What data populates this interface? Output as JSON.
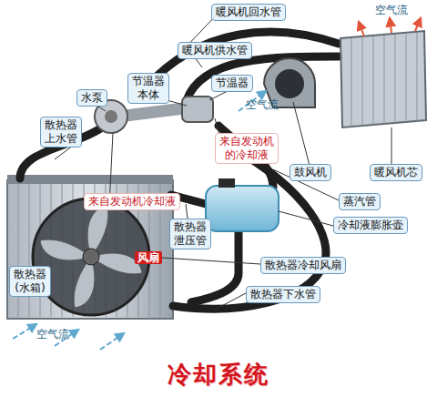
{
  "diagram": {
    "title": "冷却系统",
    "nodes": [
      {
        "text": [
          "暖风机供水管"
        ]
      },
      {
        "text": [
          "暖风机回水管"
        ]
      },
      {
        "text": [
          "水泵"
        ]
      },
      {
        "text": [
          "节温器 本体"
        ]
      },
      {
        "text": [
          "节温器"
        ]
      },
      {
        "text": [
          "鼓风机"
        ]
      },
      {
        "text": [
          "暖风机芯"
        ]
      },
      {
        "text": [
          "散热器 上水管"
        ]
      },
      {
        "text": [
          "来自发动机 的冷却液"
        ]
      },
      {
        "text": [
          "蒸汽管"
        ]
      },
      {
        "text": [
          "来自发动机冷却液"
        ]
      },
      {
        "text": [
          "散热器 泄压管"
        ]
      },
      {
        "text": [
          "冷却液膨胀壶"
        ]
      },
      {
        "text": [
          "散热器 (水箱)"
        ]
      },
      {
        "text": [
          "散热器冷却风扇"
        ]
      },
      {
        "text": [
          "散热器下水管"
        ]
      }
    ],
    "labels": [
      "空气流",
      "空气流",
      "空气流",
      "风扇"
    ]
  }
}
